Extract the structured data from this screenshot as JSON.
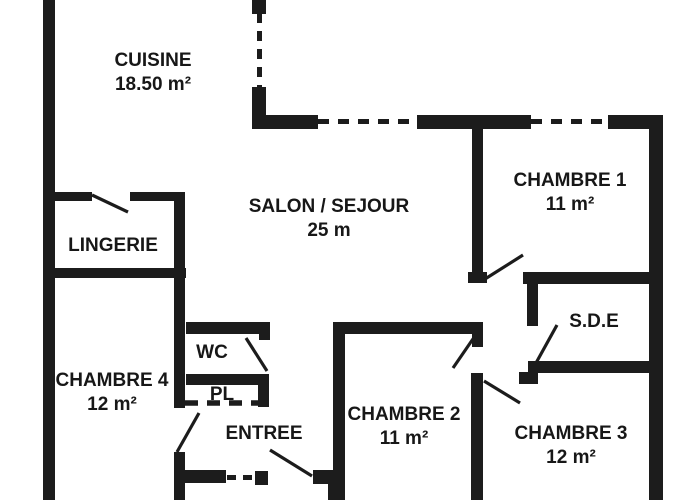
{
  "plan": {
    "title": "apartment-floor-plan",
    "colors": {
      "wall": "#1c1c1c",
      "background": "#ffffff",
      "text": "#171717"
    },
    "rooms": {
      "cuisine": {
        "name": "CUISINE",
        "area": "18.50 m²"
      },
      "salon": {
        "name": "SALON / SEJOUR",
        "area": "25 m"
      },
      "chambre1": {
        "name": "CHAMBRE 1",
        "area": "11 m²"
      },
      "lingerie": {
        "name": "LINGERIE"
      },
      "chambre4": {
        "name": "CHAMBRE 4",
        "area": "12 m²"
      },
      "wc": {
        "name": "WC"
      },
      "pl": {
        "name": "PL"
      },
      "entree": {
        "name": "ENTREE"
      },
      "chambre2": {
        "name": "CHAMBRE 2",
        "area": "11 m²"
      },
      "sde": {
        "name": "S.D.E"
      },
      "chambre3": {
        "name": "CHAMBRE 3",
        "area": "12 m²"
      }
    }
  }
}
